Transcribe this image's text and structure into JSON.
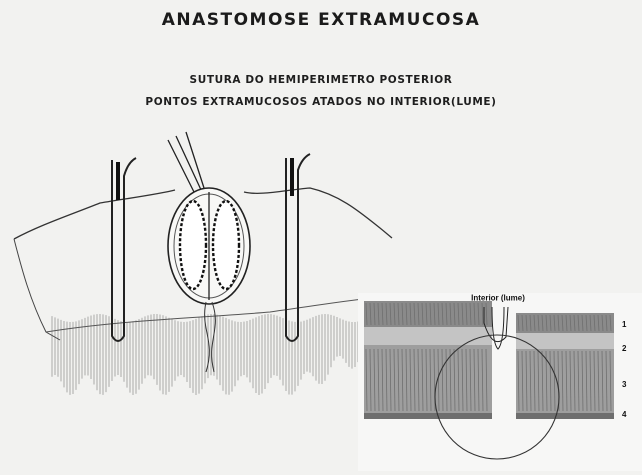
{
  "title": "ANASTOMOSE  EXTRAMUCOSA",
  "subtitle_line1": "SUTURA DO HEMIPERIMETRO POSTERIOR",
  "subtitle_line2": "PONTOS EXTRAMUCOSOS ATADOS NO INTERIOR(LUME)",
  "inset": {
    "label": "Interior (lume)",
    "layer_numbers": [
      "1",
      "2",
      "3",
      "4"
    ]
  }
}
